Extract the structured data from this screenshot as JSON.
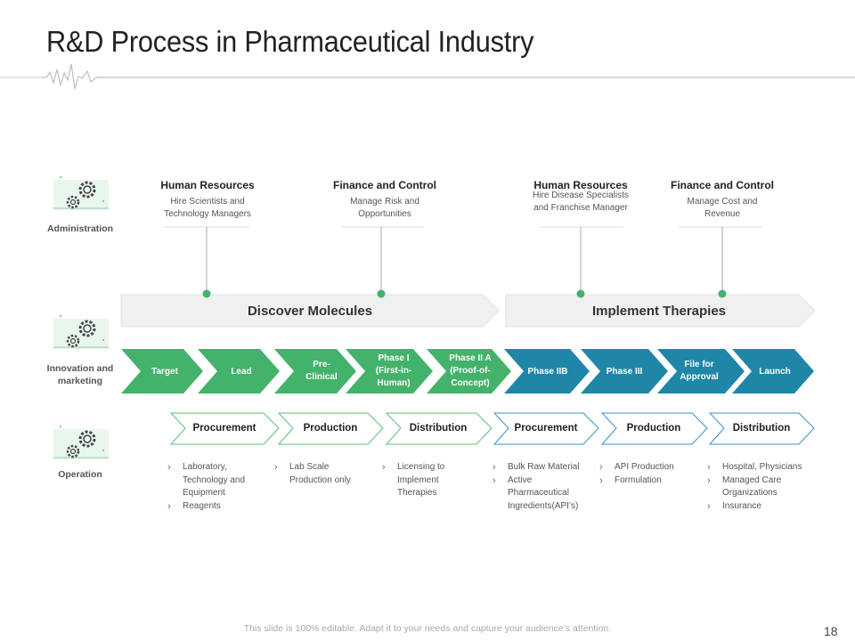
{
  "slide": {
    "title": "R&D Process in Pharmaceutical Industry",
    "footer": "This slide is 100% editable. Adapt it to your needs and capture your audience’s attention.",
    "page_number": "18"
  },
  "rows": [
    {
      "label": "Administration",
      "icon": "gears-icon"
    },
    {
      "label": "Innovation and marketing",
      "icon": "gears-icon"
    },
    {
      "label": "Operation",
      "icon": "gears-icon"
    }
  ],
  "top_items": [
    {
      "heading": "Human Resources",
      "desc": "Hire Scientists and Technology Managers"
    },
    {
      "heading": "Finance and Control",
      "desc": "Manage Risk and Opportunities"
    },
    {
      "heading": "Human Resources",
      "desc": "Hire Disease Specialists and Franchise Manager"
    },
    {
      "heading": "Finance and Control",
      "desc": "Manage Cost and Revenue"
    }
  ],
  "stages": [
    {
      "label": "Discover Molecules"
    },
    {
      "label": "Implement Therapies"
    }
  ],
  "phases": [
    {
      "label": "Target"
    },
    {
      "label": "Lead"
    },
    {
      "label": "Pre-Clinical"
    },
    {
      "label": "Phase I (First-in-Human)"
    },
    {
      "label": "Phase II A (Proof-of-Concept)"
    },
    {
      "label": "Phase IIB"
    },
    {
      "label": "Phase III"
    },
    {
      "label": "File for Approval"
    },
    {
      "label": "Launch"
    }
  ],
  "operations": [
    {
      "label": "Procurement",
      "bullets": [
        "Laboratory, Technology and Equipment",
        "Reagents"
      ]
    },
    {
      "label": "Production",
      "bullets": [
        "Lab Scale Production only"
      ]
    },
    {
      "label": "Distribution",
      "bullets": [
        "Licensing to Implement Therapies"
      ]
    },
    {
      "label": "Procurement",
      "bullets": [
        "Bulk Raw Material",
        "Active Pharmaceutical Ingredients(API’s)"
      ]
    },
    {
      "label": "Production",
      "bullets": [
        "API Production",
        "Formulation"
      ]
    },
    {
      "label": "Distribution",
      "bullets": [
        "Hospital, Physicians",
        "Managed Care Organizations",
        "Insurance"
      ]
    }
  ],
  "colors": {
    "green": "#43b26b",
    "blue": "#1f86a8",
    "grey_arrow": "#f0f0f0",
    "green_outline": "#5cbd7a",
    "blue_outline": "#3a90c8"
  }
}
